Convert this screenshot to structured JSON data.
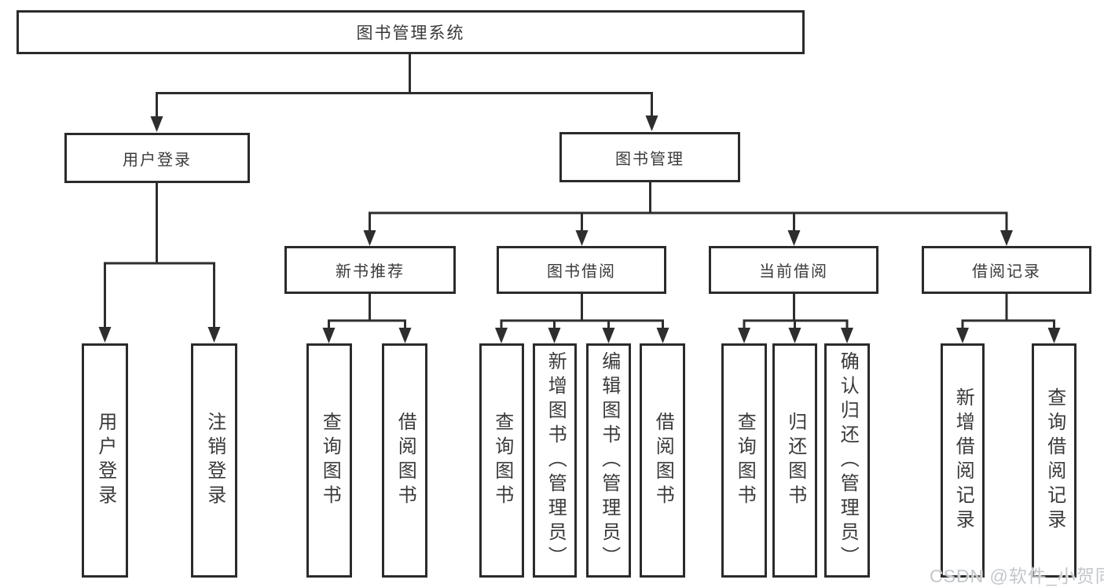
{
  "diagram": {
    "title": "图书管理系统",
    "watermark": "CSDN @软件_小贺同学",
    "colors": {
      "line": "#2e2e2e",
      "box_border": "#2b2b2b",
      "box_background": "#ffffff",
      "text": "#3a3a3a",
      "watermark_text": "#c3c7cb"
    },
    "nodes": {
      "root": {
        "label": "图书管理系统"
      },
      "user_login": {
        "label": "用户登录"
      },
      "book_mgmt": {
        "label": "图书管理"
      },
      "new_book_rec": {
        "label": "新书推荐"
      },
      "book_borrow": {
        "label": "图书借阅"
      },
      "current_borrow": {
        "label": "当前借阅"
      },
      "borrow_records": {
        "label": "借阅记录"
      },
      "leaf_user_login": {
        "label": "用户登录"
      },
      "leaf_logout": {
        "label": "注销登录"
      },
      "leaf_query_books_1": {
        "label": "查询图书"
      },
      "leaf_borrow_books_1": {
        "label": "借阅图书"
      },
      "leaf_query_books_2": {
        "label": "查询图书"
      },
      "leaf_add_books": {
        "label": "新增图书（管理员）"
      },
      "leaf_edit_books": {
        "label": "编辑图书（管理员）"
      },
      "leaf_borrow_books_2": {
        "label": "借阅图书"
      },
      "leaf_query_books_3": {
        "label": "查询图书"
      },
      "leaf_return_books": {
        "label": "归还图书"
      },
      "leaf_confirm_return": {
        "label": "确认归还（管理员）"
      },
      "leaf_add_borrow_record": {
        "label": "新增借阅记录"
      },
      "leaf_query_borrow_record": {
        "label": "查询借阅记录"
      }
    },
    "structure": {
      "root": "图书管理系统",
      "children": [
        {
          "label": "用户登录",
          "children": [
            "用户登录",
            "注销登录"
          ]
        },
        {
          "label": "图书管理",
          "children": [
            {
              "label": "新书推荐",
              "children": [
                "查询图书",
                "借阅图书"
              ]
            },
            {
              "label": "图书借阅",
              "children": [
                "查询图书",
                "新增图书（管理员）",
                "编辑图书（管理员）",
                "借阅图书"
              ]
            },
            {
              "label": "当前借阅",
              "children": [
                "查询图书",
                "归还图书",
                "确认归还（管理员）"
              ]
            },
            {
              "label": "借阅记录",
              "children": [
                "新增借阅记录",
                "查询借阅记录"
              ]
            }
          ]
        }
      ]
    }
  }
}
